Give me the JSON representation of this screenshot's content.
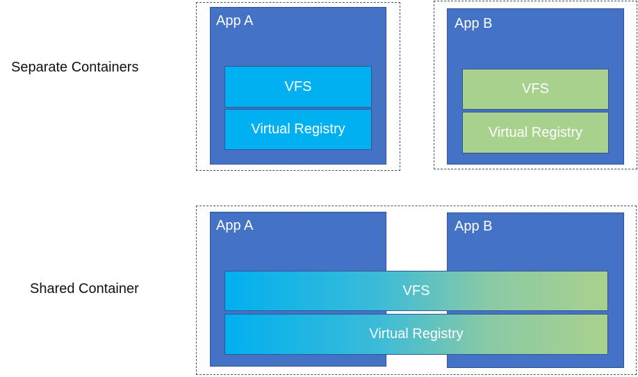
{
  "colors": {
    "app_fill": "#4472c4",
    "app_border": "#2f5597",
    "container_dash": "#44546a",
    "layer_blue": "#00b0f0",
    "layer_green": "#a9d18e"
  },
  "separate": {
    "label": "Separate Containers",
    "app_a": {
      "title": "App A",
      "vfs": "VFS",
      "registry": "Virtual Registry"
    },
    "app_b": {
      "title": "App B",
      "vfs": "VFS",
      "registry": "Virtual Registry"
    }
  },
  "shared": {
    "label": "Shared Container",
    "app_a": {
      "title": "App A"
    },
    "app_b": {
      "title": "App B"
    },
    "vfs": "VFS",
    "registry": "Virtual Registry"
  }
}
